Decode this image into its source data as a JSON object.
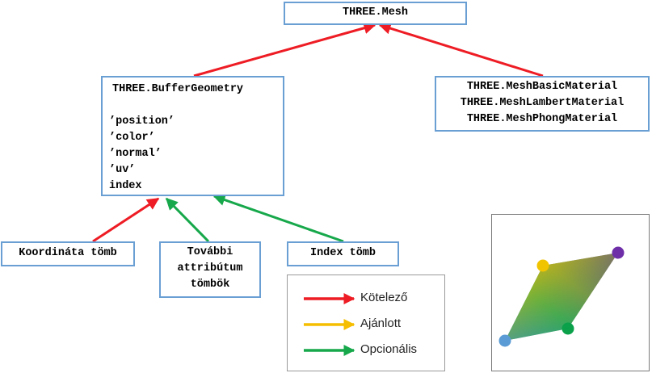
{
  "nodes": {
    "mesh": "THREE.Mesh",
    "geometry": {
      "title": "THREE.BufferGeometry",
      "attributes": [
        "’position’",
        "’color’",
        "’normal’",
        "’uv’",
        "index"
      ]
    },
    "materials": [
      "THREE.MeshBasicMaterial",
      "THREE.MeshLambertMaterial",
      "THREE.MeshPhongMaterial"
    ],
    "coord_array": "Koordináta tömb",
    "extra_attrs": [
      "További",
      "attribútum",
      "tömbök"
    ],
    "index_array": "Index tömb"
  },
  "legend": {
    "required": "Kötelező",
    "recommended": "Ajánlott",
    "optional": "Opcionális"
  },
  "colors": {
    "required": "#ee1c24",
    "recommended": "#f5be00",
    "optional": "#17a84b",
    "box_border": "#6a9fd4"
  }
}
